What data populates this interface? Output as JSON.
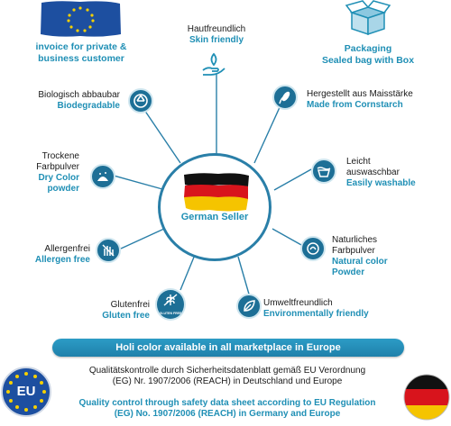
{
  "top_left": {
    "line1": "invoice for private &",
    "line2": "business customer"
  },
  "top_right": {
    "line1": "Packaging",
    "line2": "Sealed bag with Box"
  },
  "center": {
    "label": "German Seller"
  },
  "features": {
    "skin": {
      "de": "Hautfreundlich",
      "en": "Skin friendly"
    },
    "corn": {
      "de": "Hergestellt aus Maisstärke",
      "en": "Made from Cornstarch"
    },
    "bio": {
      "de": "Biologisch abbaubar",
      "en": "Biodegradable"
    },
    "wash": {
      "de1": "Leicht",
      "de2": "auswaschbar",
      "en": "Easily washable"
    },
    "dry": {
      "de1": "Trockene",
      "de2": "Farbpulver",
      "en1": "Dry Color",
      "en2": "powder"
    },
    "nat": {
      "de1": "Naturliches",
      "de2": "Farbpulver",
      "en1": "Natural color",
      "en2": "Powder"
    },
    "allergen": {
      "de": "Allergenfrei",
      "en": "Allergen free"
    },
    "gluten": {
      "de": "Glutenfrei",
      "en": "Gluten free",
      "badge": "GLUTEN FREE"
    },
    "eco": {
      "de": "Umweltfreundlich",
      "en": "Environmentally friendly"
    }
  },
  "banner": {
    "text": "Holi color available in all marketplace in Europe"
  },
  "quality": {
    "de1": "Qualitätskontrolle durch Sicherheitsdatenblatt gemäß EU Verordnung",
    "de2": "(EG) Nr. 1907/2006 (REACH) in Deutschland und Europe",
    "en1": "Quality control through safety data sheet according to EU Regulation",
    "en2": "(EG) No. 1907/2006 (REACH) in Germany and Europe"
  },
  "eu_badge": {
    "text": "EU"
  },
  "colors": {
    "accent": "#1f8fb5",
    "icon": "#1d6f96",
    "eu_blue": "#1d4fa0",
    "eu_star": "#f5d000"
  }
}
